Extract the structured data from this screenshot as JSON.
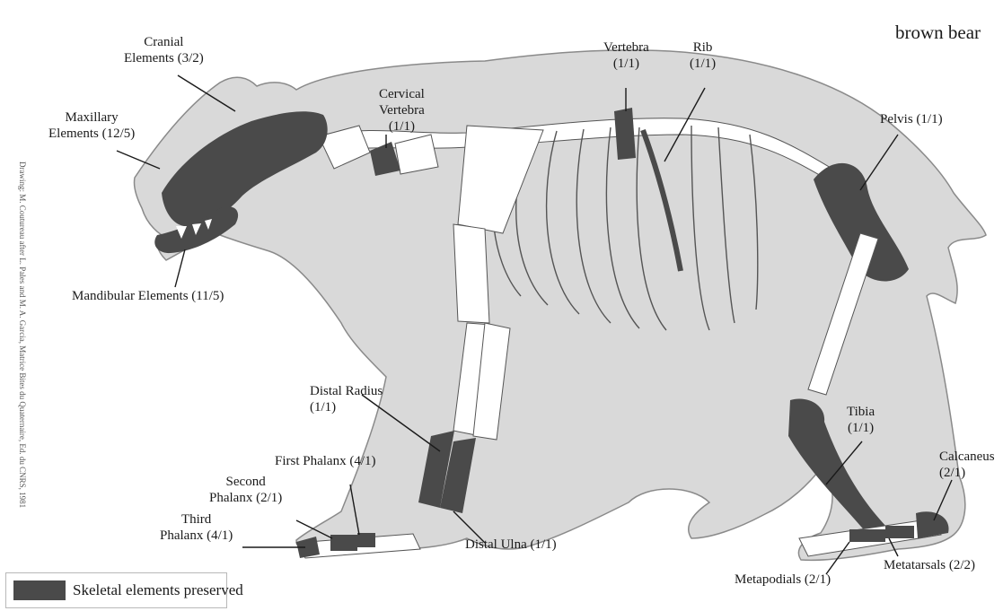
{
  "title": "brown bear",
  "credit": "Drawing: M. Coutureau after L. Pales and M. A. Garcia, Matrice Bites du Quaternaire, Ed. du CNRS, 1981",
  "legend": {
    "label": "Skeletal elements preserved",
    "swatch_color": "#4a4a4a"
  },
  "colors": {
    "body": "#d9d9d9",
    "outline": "#8a8a8a",
    "bone": "#ffffff",
    "preserved": "#4a4a4a"
  },
  "labels": {
    "cranial": "Cranial\nElements (3/2)",
    "maxillary": "Maxillary\nElements (12/5)",
    "mandibular": "Mandibular Elements (11/5)",
    "cervical": "Cervical\nVertebra\n(1/1)",
    "vertebra": "Vertebra\n(1/1)",
    "rib": "Rib\n(1/1)",
    "pelvis": "Pelvis (1/1)",
    "distal_radius": "Distal Radius\n(1/1)",
    "first_phalanx": "First Phalanx (4/1)",
    "second_phalanx": "Second\nPhalanx (2/1)",
    "third_phalanx": "Third\nPhalanx (4/1)",
    "distal_ulna": "Distal Ulna (1/1)",
    "tibia": "Tibia\n(1/1)",
    "calcaneus": "Calcaneus\n(2/1)",
    "metapodials": "Metapodials (2/1)",
    "metatarsals": "Metatarsals (2/2)"
  }
}
